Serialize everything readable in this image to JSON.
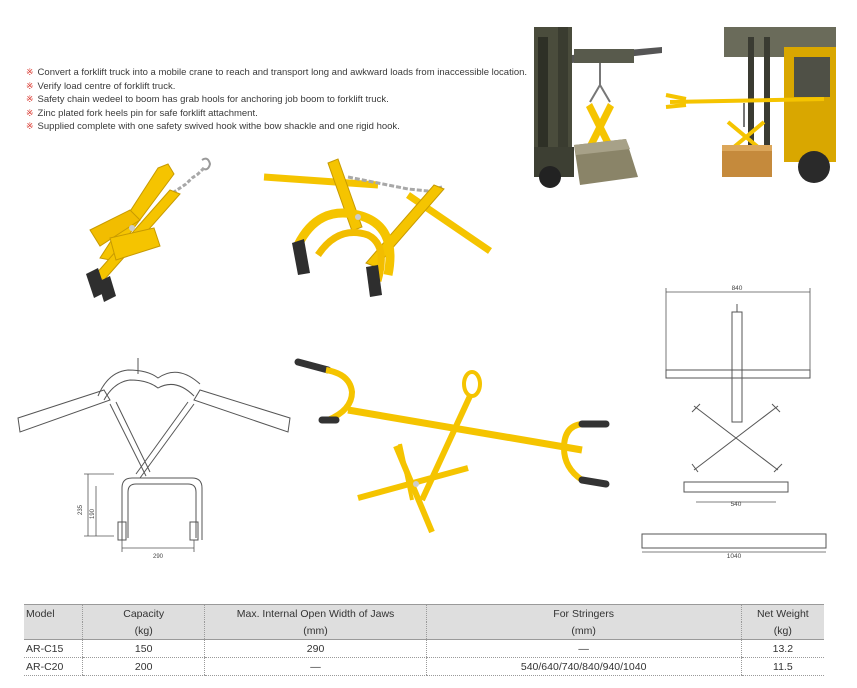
{
  "features": [
    "Convert a forklift truck into a mobile crane to reach and transport long and awkward loads from inaccessible location.",
    "Verify load centre of forklift truck.",
    "Safety chain wedeel to boom has grab hools for anchoring job boom to forklift truck.",
    "Zinc plated fork heels pin for safe forklift attachment.",
    "Supplied complete with one safety swived hook withe bow shackle and one rigid hook."
  ],
  "bullet_mark": "※",
  "colors": {
    "accent": "#f5c400",
    "bullet": "#d9342b",
    "header_bg": "#dedede"
  },
  "drawing_labels": {
    "clamp_height_outer": "235",
    "clamp_height_inner": "190",
    "clamp_width": "290",
    "arm_width": "840",
    "spread_width": "540",
    "overall_width": "1040"
  },
  "table": {
    "headers": [
      {
        "line1": "Model",
        "line2": ""
      },
      {
        "line1": "Capacity",
        "line2": "(kg)"
      },
      {
        "line1": "Max. Internal Open Width of Jaws",
        "line2": "(mm)"
      },
      {
        "line1": "For Stringers",
        "line2": "(mm)"
      },
      {
        "line1": "Net Weight",
        "line2": "(kg)"
      }
    ],
    "rows": [
      [
        "AR-C15",
        "150",
        "290",
        "—",
        "13.2"
      ],
      [
        "AR-C20",
        "200",
        "—",
        "540/640/740/840/940/1040",
        "11.5"
      ]
    ]
  }
}
